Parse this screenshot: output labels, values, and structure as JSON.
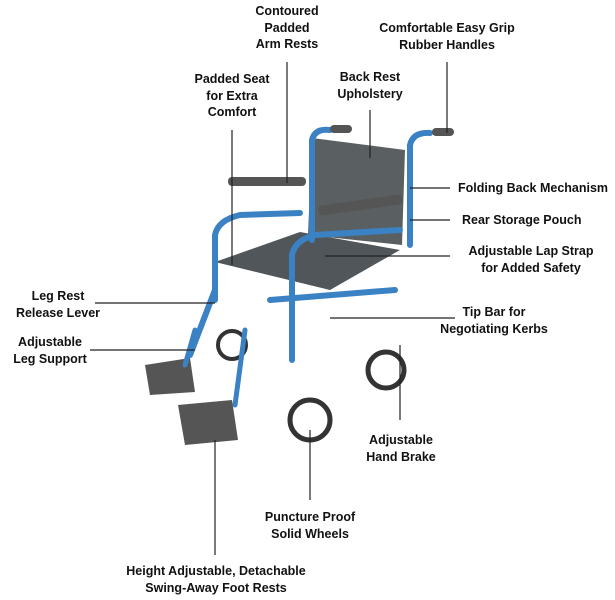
{
  "colors": {
    "frame": "#3b82c4",
    "upholstery": "#3d4447",
    "text": "#111111",
    "line": "#222222"
  },
  "image": "wheelchair",
  "labels": {
    "arm_rests": [
      "Contoured",
      "Padded",
      "Arm Rests"
    ],
    "handles": [
      "Comfortable Easy Grip",
      "Rubber Handles"
    ],
    "seat": [
      "Padded Seat",
      "for Extra",
      "Comfort"
    ],
    "back_rest": [
      "Back Rest",
      "Upholstery"
    ],
    "folding": [
      "Folding Back Mechanism"
    ],
    "pouch": [
      "Rear Storage Pouch"
    ],
    "lap_strap": [
      "Adjustable Lap Strap",
      "for Added Safety"
    ],
    "leg_rest_lever": [
      "Leg Rest",
      "Release Lever"
    ],
    "tip_bar": [
      "Tip Bar for",
      "Negotiating Kerbs"
    ],
    "leg_support": [
      "Adjustable",
      "Leg Support"
    ],
    "hand_brake": [
      "Adjustable",
      "Hand Brake"
    ],
    "wheels": [
      "Puncture Proof",
      "Solid Wheels"
    ],
    "foot_rests": [
      "Height Adjustable, Detachable",
      "Swing-Away Foot Rests"
    ]
  }
}
